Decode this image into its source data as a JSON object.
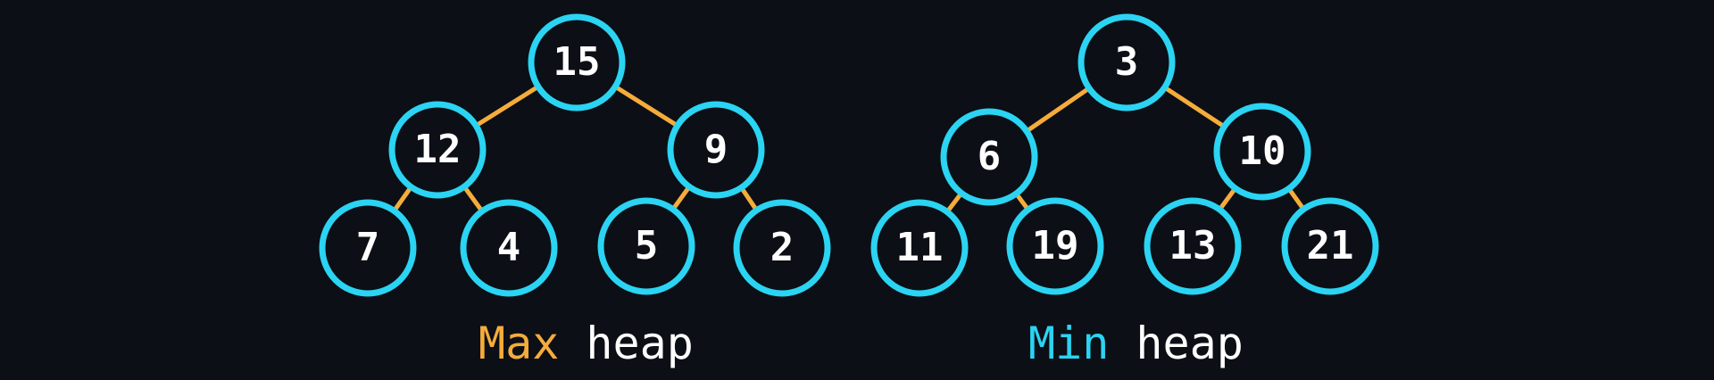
{
  "colors": {
    "background": "#0c0f16",
    "node_ring": "#2ad4f2",
    "edge": "#f5ac3b",
    "text": "#ffffff",
    "max_accent": "#f5ac3b",
    "min_accent": "#2ad4f2"
  },
  "trees": [
    {
      "id": "max",
      "nodes": [
        "15",
        "12",
        "9",
        "7",
        "4",
        "5",
        "2"
      ],
      "caption": {
        "accent": "Max",
        "rest": "heap"
      }
    },
    {
      "id": "min",
      "nodes": [
        "3",
        "6",
        "10",
        "11",
        "19",
        "13",
        "21"
      ],
      "caption": {
        "accent": "Min",
        "rest": "heap"
      }
    }
  ]
}
